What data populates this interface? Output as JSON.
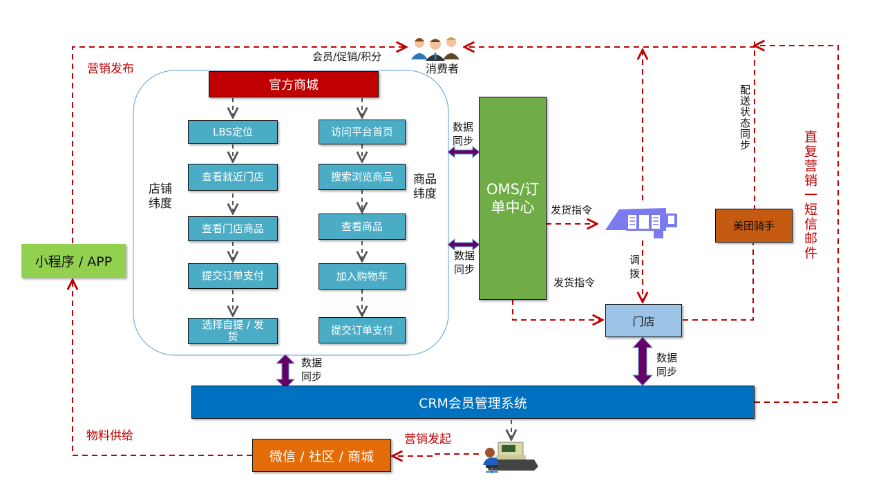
{
  "consumers": {
    "label": "消费者",
    "icon": "people-group-icon"
  },
  "labels": {
    "marketing_publish": "营销发布",
    "member_promo_points": "会员/促销/积分",
    "material_supply": "物料供给",
    "marketing_initiate": "营销发起",
    "store_dimension": "店铺纬度",
    "product_dimension": "商品纬度",
    "data_sync": "数据同步",
    "ship_instruction": "发货指令",
    "transfer": "调拨",
    "delivery_status_sync": "配送状态同步",
    "direct_marketing": "直复营销一短信邮件"
  },
  "official_mall": {
    "title": "官方商城"
  },
  "store_flow": [
    "LBS定位",
    "查看就近门店",
    "查看门店商品",
    "提交订单支付",
    "选择自提 / 发货"
  ],
  "product_flow": [
    "访问平台首页",
    "搜索浏览商品",
    "查看商品",
    "加入购物车",
    "提交订单支付"
  ],
  "oms": {
    "title": "OMS/订单中心"
  },
  "warehouse": {
    "icon": "warehouse-icon"
  },
  "meituan": {
    "title": "美团骑手"
  },
  "store": {
    "title": "门店"
  },
  "crm": {
    "title": "CRM会员管理系统"
  },
  "mini_app": {
    "title": "小程序 / APP"
  },
  "wechat": {
    "title": "微信 / 社区 / 商城"
  },
  "operator": {
    "icon": "computer-operator-icon"
  },
  "colors": {
    "red_dashed": "#c00000",
    "mall_red": "#c00000",
    "step_blue": "#4bacc6",
    "oms_green": "#70ad47",
    "meituan_orange": "#c55a11",
    "store_blue": "#9dc3e6",
    "crm_blue": "#0070c0",
    "mini_green": "#92d050",
    "wechat_orange": "#e36c09",
    "sync_purple": "#660066"
  }
}
